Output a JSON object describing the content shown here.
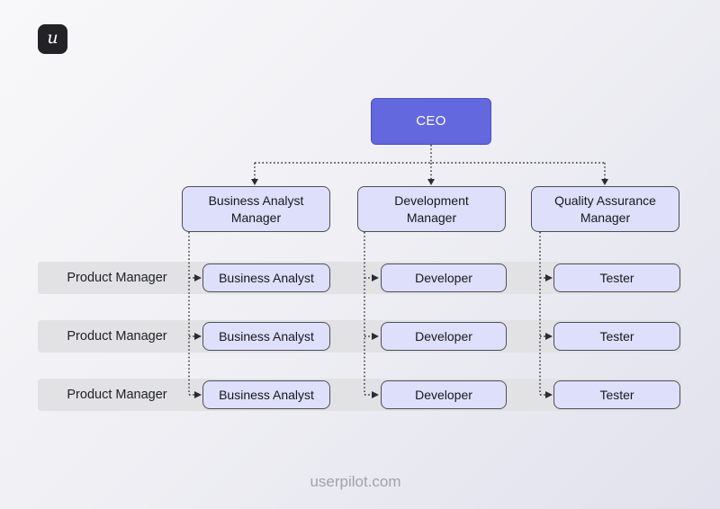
{
  "logo": {
    "letter": "u"
  },
  "footer": {
    "text": "userpilot.com"
  },
  "colors": {
    "ceo_fill": "#6468de",
    "node_fill": "#dedffa",
    "node_border": "#4d4d58",
    "band": "#e2e2e5",
    "connector": "#2b2b33",
    "background_start": "#f8f8fa",
    "background_end": "#e2e2ee",
    "footer_text": "#a2a3aa",
    "logo_bg": "#232327"
  },
  "org_chart": {
    "ceo": {
      "label": "CEO"
    },
    "managers": [
      {
        "label": "Business Analyst Manager"
      },
      {
        "label": "Development Manager"
      },
      {
        "label": "Quality Assurance Manager"
      }
    ],
    "rows": [
      {
        "label": "Product Manager",
        "cells": [
          "Business Analyst",
          "Developer",
          "Tester"
        ]
      },
      {
        "label": "Product Manager",
        "cells": [
          "Business Analyst",
          "Developer",
          "Tester"
        ]
      },
      {
        "label": "Product Manager",
        "cells": [
          "Business Analyst",
          "Developer",
          "Tester"
        ]
      }
    ]
  }
}
